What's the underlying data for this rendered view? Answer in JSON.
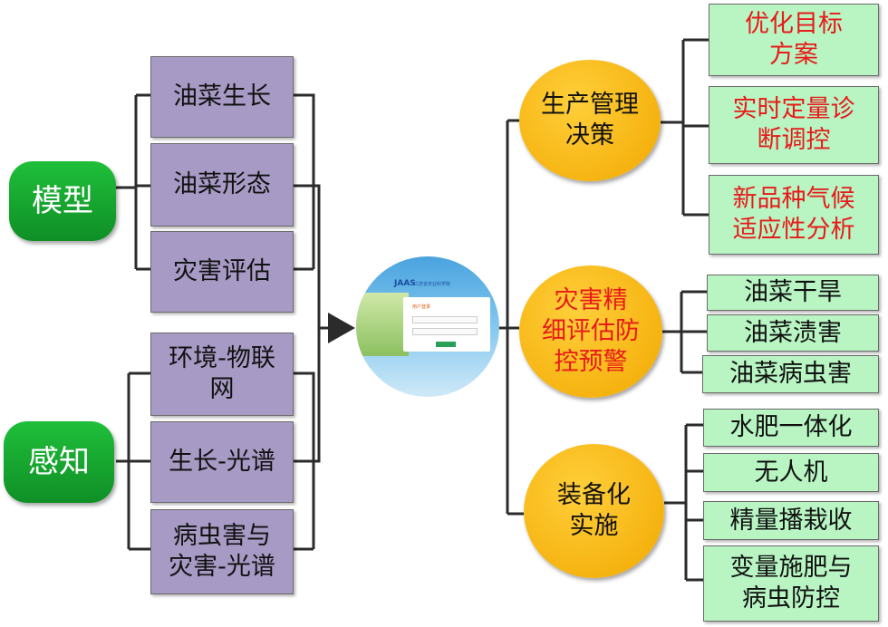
{
  "left_roots": [
    {
      "id": "model",
      "label": "模型"
    },
    {
      "id": "sense",
      "label": "感知"
    }
  ],
  "model_items": [
    "油菜生长",
    "油菜形态",
    "灾害评估"
  ],
  "sense_items": [
    "环境-物联\n网",
    "生长-光谱",
    "病虫害与\n灾害-光谱"
  ],
  "center_image": {
    "logo": "JAAS",
    "org": "江苏省农业科学院",
    "login_title": "用户登录"
  },
  "mid_nodes": [
    {
      "label": "生产管理\n决策",
      "red": false
    },
    {
      "label": "灾害精\n细评估防\n控预警",
      "red": true
    },
    {
      "label": "装备化\n实施",
      "red": false
    }
  ],
  "decision_items": [
    "优化目标\n方案",
    "实时定量诊\n断调控",
    "新品种气候\n适应性分析"
  ],
  "warning_items": [
    "油菜干旱",
    "油菜渍害",
    "油菜病虫害"
  ],
  "equipment_items": [
    "水肥一体化",
    "无人机",
    "精量播栽收",
    "变量施肥与\n病虫防控"
  ],
  "colors": {
    "root": "#13a82e",
    "leaf_left": "#a79ac4",
    "mid": "#f5b300",
    "leaf_right": "#b8f5c3",
    "warn_text": "#e81a1a",
    "line": "#2b2b2b"
  }
}
